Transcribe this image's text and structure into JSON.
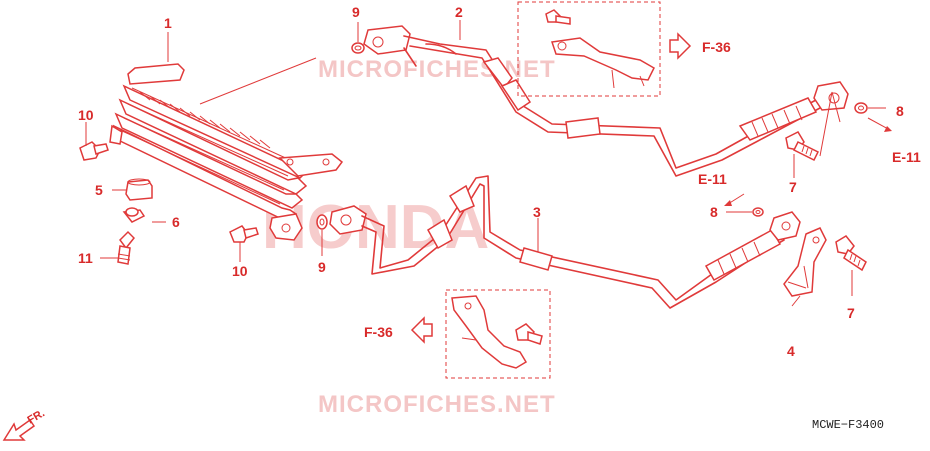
{
  "watermark": {
    "brand": "HONDA",
    "site": "MICROFICHES.NET"
  },
  "callouts": {
    "p1": "1",
    "p2": "2",
    "p3": "3",
    "p4": "4",
    "p5": "5",
    "p6": "6",
    "p7a": "7",
    "p7b": "7",
    "p8a": "8",
    "p8b": "8",
    "p9a": "9",
    "p9b": "9",
    "p10a": "10",
    "p10b": "10",
    "p11": "11"
  },
  "refs": {
    "f36_top": "F-36",
    "f36_bottom": "F-36",
    "e11_right": "E-11",
    "e11_mid": "E-11"
  },
  "direction": "FR.",
  "diagram_code": "MCWE−F3400",
  "colors": {
    "line": "#e03a3a",
    "text": "#d82a2a",
    "watermark": "#f4c6c6"
  }
}
